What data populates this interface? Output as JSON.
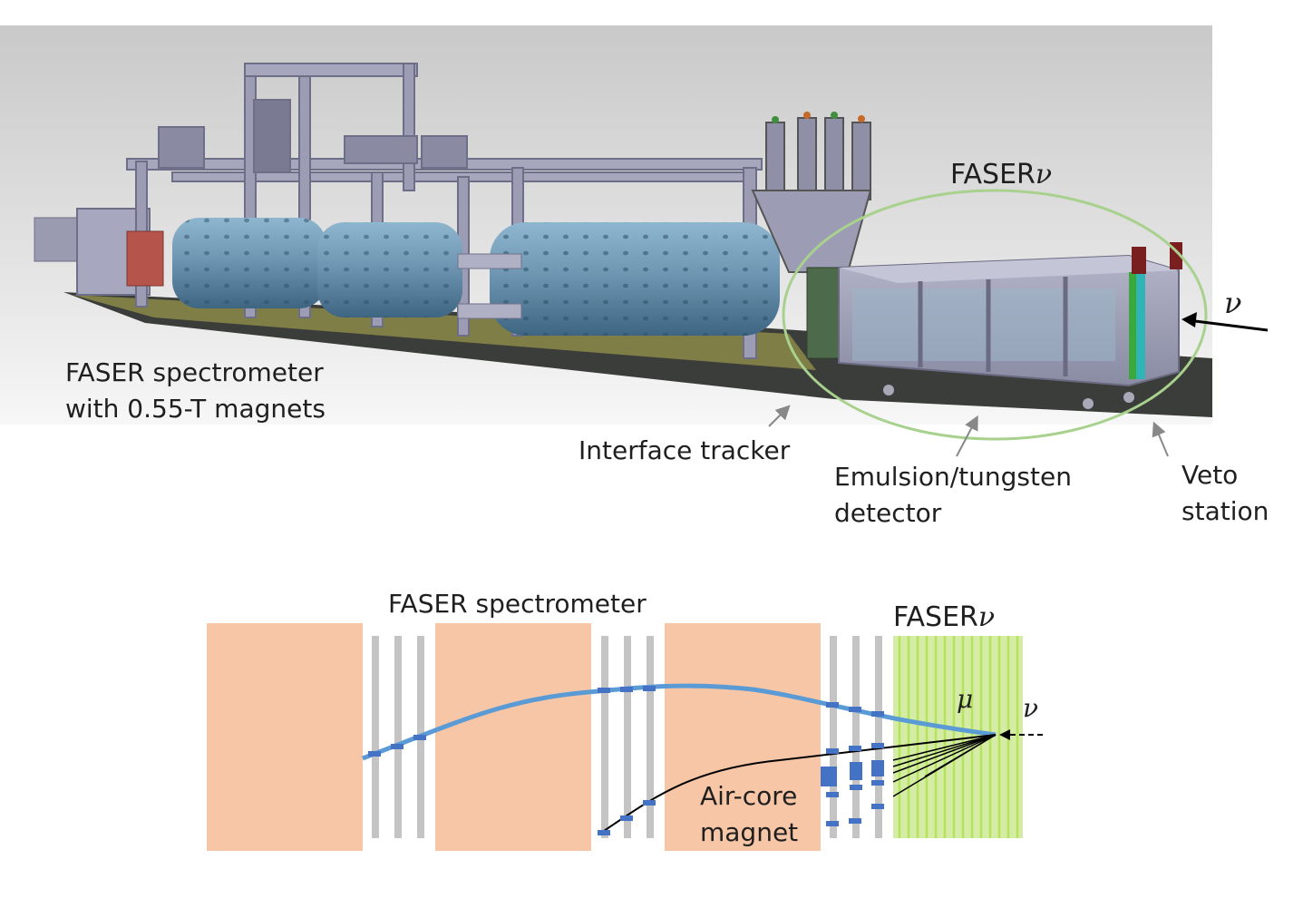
{
  "render_view": {
    "faser_nu_label": "FASER",
    "nu_symbol": "ν",
    "spectrometer_label_line1": "FASER spectrometer",
    "spectrometer_label_line2": "with 0.55-T magnets",
    "interface_tracker_label": "Interface tracker",
    "emulsion_label_line1": "Emulsion/tungsten",
    "emulsion_label_line2": "detector",
    "veto_label_line1": "Veto",
    "veto_label_line2": "station"
  },
  "schematic": {
    "spectrometer_label": "FASER spectrometer",
    "faser_nu_label": "FASER",
    "nu_symbol": "ν",
    "mu_symbol": "μ",
    "magnet_label_line1": "Air-core",
    "magnet_label_line2": "magnet"
  },
  "colors": {
    "magnet_fill": "#f7c6a6",
    "tracker_plane": "#c4c4c4",
    "emulsion_fill": "#d4eca6",
    "emulsion_stripe": "#b6e35a",
    "muon_track": "#5b9bd5",
    "hit_marker": "#4472c4",
    "ellipse": "#a9d18e",
    "barrel": "#6f97b3",
    "frame": "#8d8fa8"
  }
}
